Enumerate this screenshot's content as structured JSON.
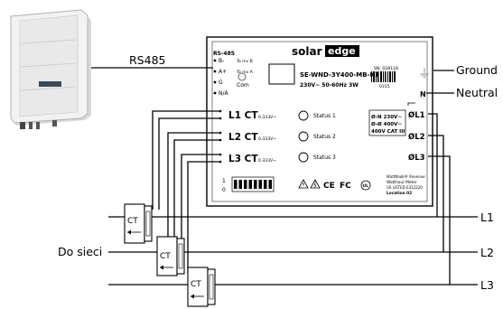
{
  "inverter": {
    "name": "inverter-device"
  },
  "labels": {
    "rs485": "RS485",
    "ground": "Ground",
    "neutral": "Neutral",
    "l1": "L1",
    "l2": "L2",
    "l3": "L3",
    "grid": "Do sieci"
  },
  "meter": {
    "brand_prefix": "solar",
    "brand_suffix": "edge",
    "model": "SE-WND-3Y400-MB-K1",
    "rating": "230V~ 50-60Hz 3W",
    "serial_label": "SN: 028118",
    "serial_code": "0315",
    "rs485_header": "RS-485",
    "term_b": "B-",
    "term_a": "A+",
    "term_g": "G",
    "term_na": "N/A",
    "to_inv_b": "To inv B",
    "to_inv_a": "To inv A",
    "com": "Com",
    "ct1": "L1 CT",
    "ct2": "L2 CT",
    "ct3": "L3 CT",
    "ct_voltage": "0.333V~",
    "status1": "Status 1",
    "status2": "Status 2",
    "status3": "Status 3",
    "dip_1": "1",
    "dip_0": "0",
    "rating_line1": "Ø-N 230V~",
    "rating_line2": "Ø-Ø 400V~",
    "rating_line3": "400V CAT III",
    "terminal_n": "N",
    "terminal_l1": "ØL1",
    "terminal_l2": "ØL2",
    "terminal_l3": "ØL3",
    "cert_ce": "CE",
    "cert_fc": "FC",
    "cert_text1": "Watthour Meter",
    "cert_text2": "US LISTED E312220",
    "cert_text3": "Location 02",
    "cert_brand": "WattNode® Revenue"
  },
  "ct_clamps": [
    "CT",
    "CT",
    "CT"
  ]
}
